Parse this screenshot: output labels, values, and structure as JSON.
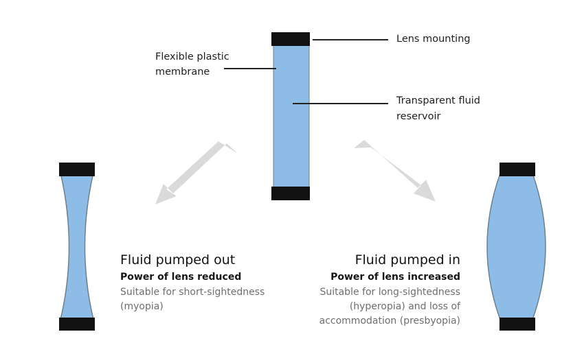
{
  "labels": {
    "lens_mounting": "Lens mounting",
    "membrane_line1": "Flexible plastic",
    "membrane_line2": "membrane",
    "fluid_line1": "Transparent fluid",
    "fluid_line2": "reservoir"
  },
  "left_panel": {
    "heading": "Fluid pumped out",
    "subheading": "Power of lens reduced",
    "desc_line1": "Suitable for short-sightedness",
    "desc_line2": "(myopia)"
  },
  "right_panel": {
    "heading": "Fluid pumped in",
    "subheading": "Power of lens increased",
    "desc_line1": "Suitable for long-sightedness",
    "desc_line2": "(hyperopia) and loss of",
    "desc_line3": "accommodation (presbyopia)"
  },
  "colors": {
    "fluid": "#8dbde6",
    "mount": "#111111",
    "arrow": "#dadada",
    "outline": "#6c7f8e"
  }
}
